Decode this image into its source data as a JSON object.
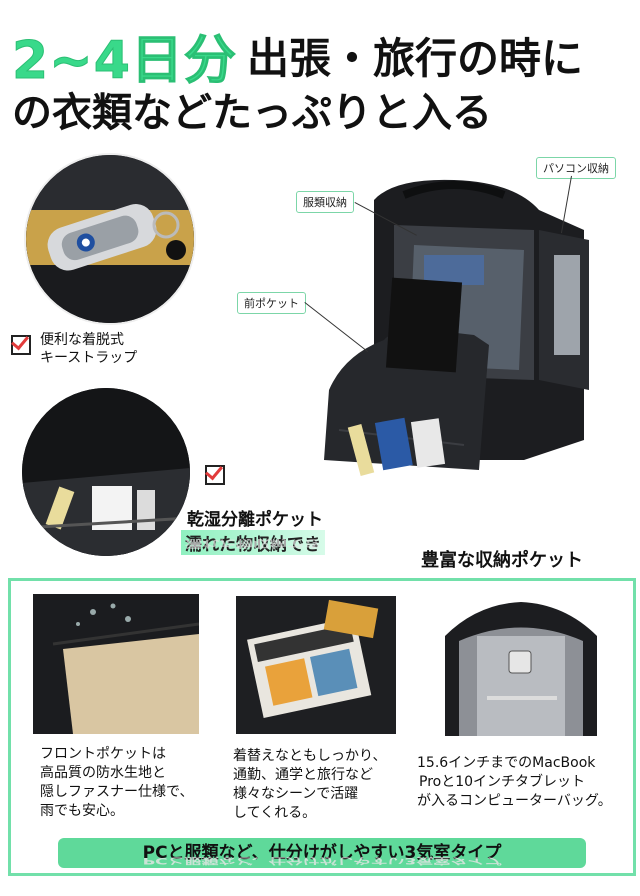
{
  "headline": {
    "green_text": "2~4日分",
    "line1_rest": "出張・旅行の時に",
    "line2": "の衣類などたっぷりと入る"
  },
  "callouts": {
    "pc_compartment": "パソコン収納",
    "clothes_compartment": "服類収納",
    "front_pocket": "前ポケット"
  },
  "features": {
    "key_strap_line1": "便利な着脱式",
    "key_strap_line2": "キーストラップ",
    "wet_dry_line1": "乾湿分離ポケット",
    "wet_dry_line2": "濡れた物収納でき"
  },
  "section_title": "豊富な収納ポケット",
  "photos": [
    {
      "caption": [
        "フロントポケットは",
        "高品質の防水生地と",
        "隠しファスナー仕様で、",
        "雨でも安心。"
      ]
    },
    {
      "caption": [
        "着替えなともしっかり、",
        "通勤、通学と旅行など",
        "様々なシーンで活躍",
        "してくれる。"
      ]
    },
    {
      "caption": [
        "15.6インチまでのMacBook",
        "Proと10インチタブレット",
        "が入るコンピューターバッグ。"
      ]
    }
  ],
  "bottom_bar": "PCと服類など、仕分けがしやすい3気室タイプ",
  "colors": {
    "accent": "#39d98a",
    "panel_border": "#72e0aa",
    "bar": "#5fd99a",
    "check": "#e23b3b"
  }
}
